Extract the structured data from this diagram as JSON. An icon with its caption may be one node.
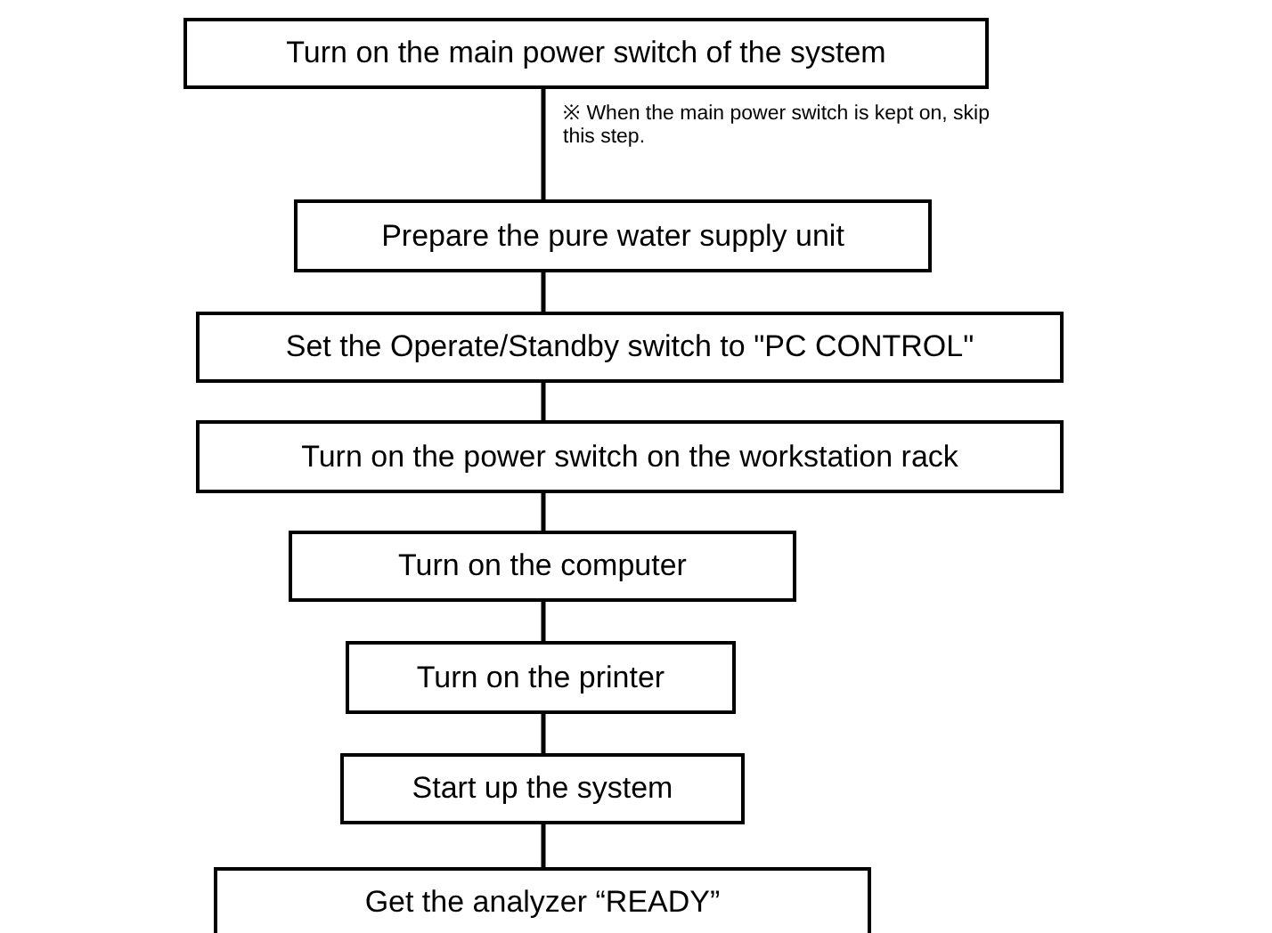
{
  "diagram": {
    "nodes": [
      {
        "text": [
          "Turn on the main power switch of the system"
        ]
      },
      {
        "text": [
          "Prepare the pure water supply unit"
        ]
      },
      {
        "text": [
          "Set the Operate/Standby switch to \"PC CONTROL\""
        ]
      },
      {
        "text": [
          "Turn on the power switch on the workstation rack"
        ]
      },
      {
        "text": [
          "Turn on the computer"
        ]
      },
      {
        "text": [
          "Turn on the printer"
        ]
      },
      {
        "text": [
          "Start up the system"
        ]
      },
      {
        "text": [
          "Get the analyzer “READY”"
        ]
      }
    ],
    "edges": [
      {
        "from": 0,
        "to": 1,
        "arrow": "none"
      },
      {
        "from": 1,
        "to": 2,
        "arrow": "none"
      },
      {
        "from": 2,
        "to": 3,
        "arrow": "none"
      },
      {
        "from": 3,
        "to": 4,
        "arrow": "none"
      },
      {
        "from": 4,
        "to": 5,
        "arrow": "none"
      },
      {
        "from": 5,
        "to": 6,
        "arrow": "none"
      },
      {
        "from": 6,
        "to": 7,
        "arrow": "none"
      }
    ],
    "labels": [
      "※ When the main power switch is kept on, skip this step."
    ]
  }
}
